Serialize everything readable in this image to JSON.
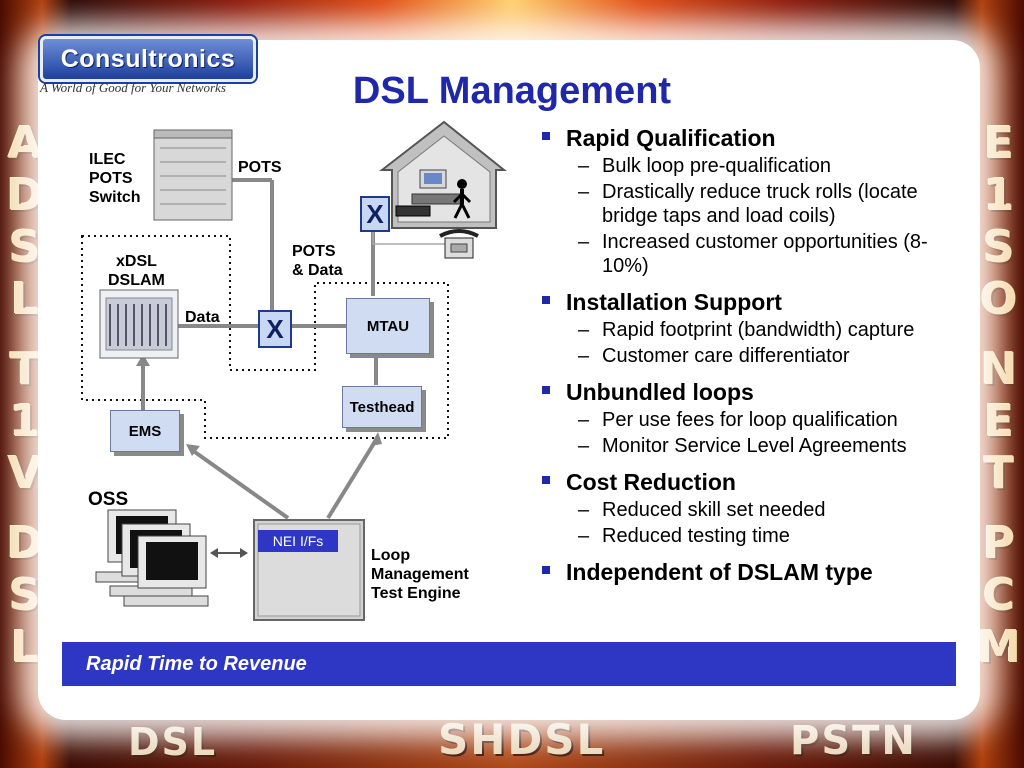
{
  "logo": {
    "name": "Consultronics",
    "tagline": "A World of Good for Your Networks"
  },
  "title": "DSL Management",
  "side_left": [
    "A",
    "D",
    "S",
    "L",
    "T",
    "1",
    "V",
    "D",
    "S",
    "L"
  ],
  "side_right": [
    "E",
    "1",
    "S",
    "O",
    "N",
    "E",
    "T",
    "P",
    "C",
    "M"
  ],
  "bottom_words": {
    "left": "DSL",
    "center": "SHDSL",
    "right": "PSTN"
  },
  "diagram": {
    "ilec_switch": "ILEC\nPOTS\nSwitch",
    "pots_label": "POTS",
    "dslam_label": "xDSL\nDSLAM",
    "data_label": "Data",
    "pots_data_label": "POTS\n& Data",
    "cross_connect_symbol": "X",
    "mtau": "MTAU",
    "testhead": "Testhead",
    "ems": "EMS",
    "oss": "OSS",
    "nei": "NEI I/Fs",
    "engine": "Loop\nManagement\nTest Engine"
  },
  "bullets": [
    {
      "head": "Rapid Qualification",
      "subs": [
        "Bulk loop pre-qualification",
        "Drastically reduce truck rolls (locate bridge taps and load coils)",
        "Increased customer opportunities (8-10%)"
      ]
    },
    {
      "head": "Installation Support",
      "subs": [
        "Rapid footprint (bandwidth) capture",
        "Customer care differentiator"
      ]
    },
    {
      "head": "Unbundled loops",
      "subs": [
        "Per use fees for loop qualification",
        "Monitor Service Level Agreements"
      ]
    },
    {
      "head": "Cost Reduction",
      "subs": [
        "Reduced skill set needed",
        "Reduced testing time"
      ]
    },
    {
      "head": "Independent of DSLAM type",
      "subs": []
    }
  ],
  "banner": "Rapid Time to Revenue",
  "colors": {
    "title": "#1f28a8",
    "banner": "#2e36c4",
    "box_fill": "#d0dcf2"
  }
}
